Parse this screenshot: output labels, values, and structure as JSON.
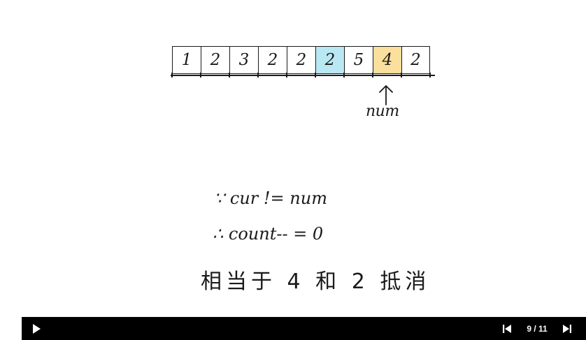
{
  "slide": {
    "array": [
      {
        "value": "1",
        "highlight": "none"
      },
      {
        "value": "2",
        "highlight": "none"
      },
      {
        "value": "3",
        "highlight": "none"
      },
      {
        "value": "2",
        "highlight": "none"
      },
      {
        "value": "2",
        "highlight": "none"
      },
      {
        "value": "2",
        "highlight": "blue"
      },
      {
        "value": "5",
        "highlight": "none"
      },
      {
        "value": "4",
        "highlight": "orange"
      },
      {
        "value": "2",
        "highlight": "none"
      }
    ],
    "highlight_colors": {
      "blue": "#b9e8f3",
      "orange": "#fbdf9c"
    },
    "pointer": {
      "icon": "up-arrow-icon",
      "label": "num"
    },
    "notes": [
      "∵ cur != num",
      "∴ count--   = 0",
      "相当于 4 和 2 抵消"
    ]
  },
  "player": {
    "play_icon": "play-icon",
    "prev_icon": "skip-previous-icon",
    "next_icon": "skip-next-icon",
    "page_counter": "9 / 11",
    "bar_color": "#000000"
  }
}
